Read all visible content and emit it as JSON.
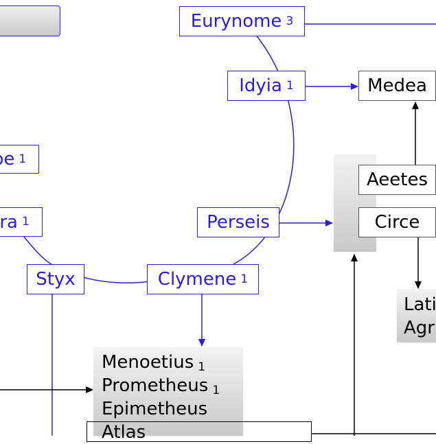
{
  "nodes": {
    "eurynome": {
      "label": "Eurynome",
      "sub": "3"
    },
    "idyia": {
      "label": "Idyia",
      "sub": "1"
    },
    "medea": {
      "label": "Medea"
    },
    "pe": {
      "label": "pe",
      "sub": "1"
    },
    "tra": {
      "label": "tra",
      "sub": "1"
    },
    "perseis": {
      "label": "Perseis"
    },
    "aeetes": {
      "label": "Aeetes"
    },
    "circe": {
      "label": "Circe"
    },
    "styx": {
      "label": "Styx"
    },
    "clymene": {
      "label": "Clymene",
      "sub": "1"
    }
  },
  "children_group": {
    "items": [
      {
        "label": "Menoetius",
        "sub": "1"
      },
      {
        "label": "Prometheus",
        "sub": "1"
      },
      {
        "label": "Epimetheus",
        "sub": ""
      },
      {
        "label": "Atlas",
        "sub": ""
      }
    ]
  },
  "latinus_group": {
    "items": [
      "Lati",
      "Agr"
    ]
  },
  "colors": {
    "edge_blue": "#2a1fd0",
    "edge_black": "#000000",
    "node_text_blue": "#2a1fd0"
  }
}
